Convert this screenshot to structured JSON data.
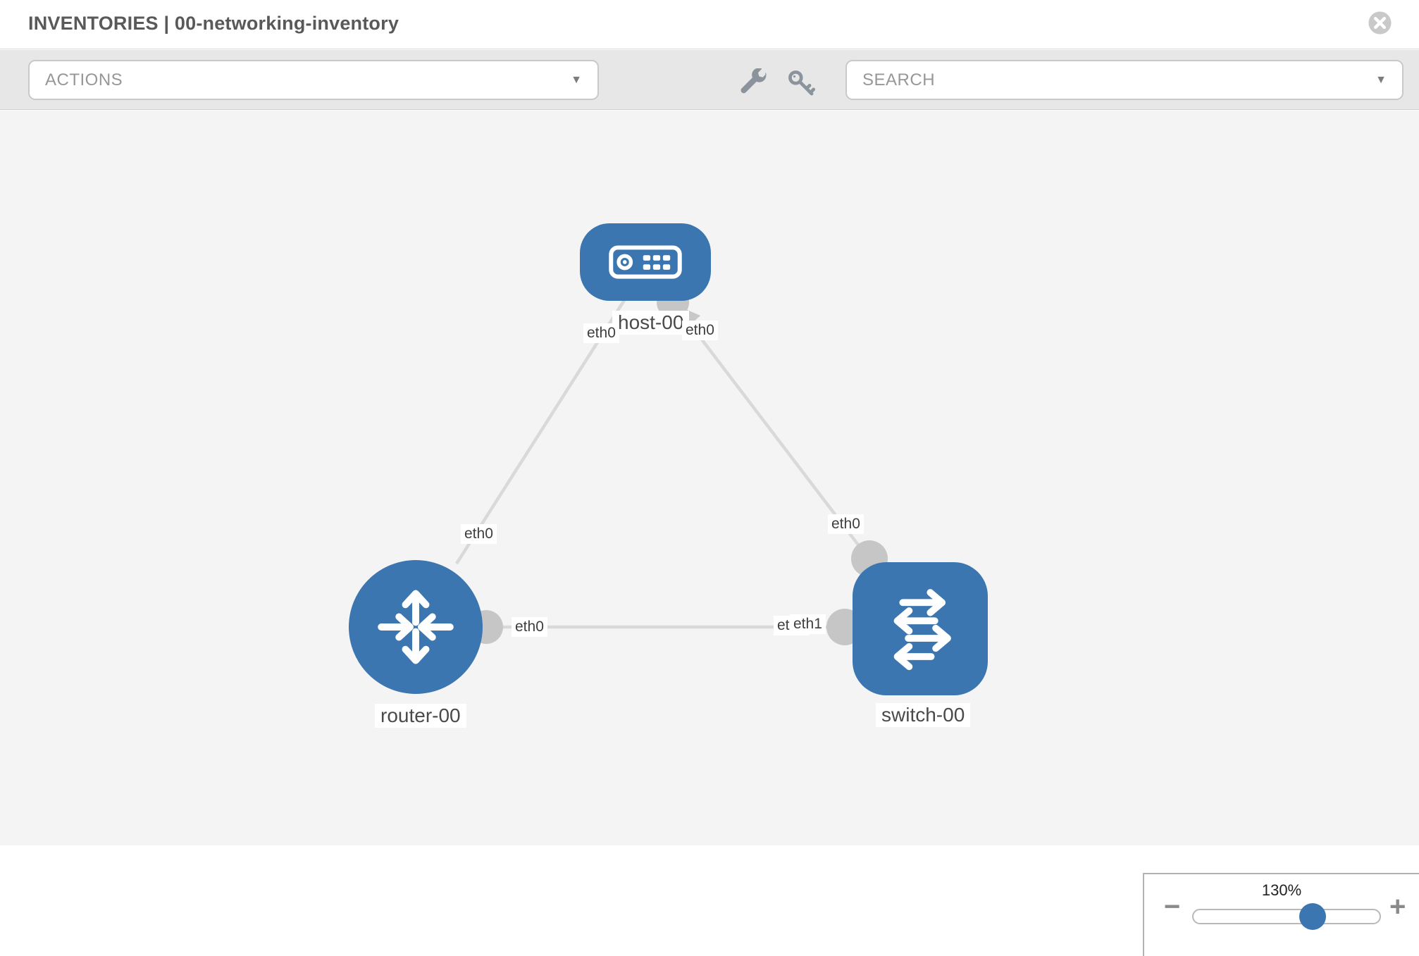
{
  "header": {
    "title": "INVENTORIES | 00-networking-inventory"
  },
  "toolbar": {
    "actions_label": "ACTIONS",
    "search_label": "SEARCH",
    "caret": "▼",
    "icons": [
      "wrench-icon",
      "key-icon"
    ]
  },
  "topology": {
    "nodes": [
      {
        "id": "host-00",
        "type": "host",
        "label": "host-00"
      },
      {
        "id": "router-00",
        "type": "router",
        "label": "router-00"
      },
      {
        "id": "switch-00",
        "type": "switch",
        "label": "switch-00"
      }
    ],
    "links": [
      {
        "from": "router-00",
        "to": "host-00",
        "from_interface": "eth0",
        "to_interface": "eth0"
      },
      {
        "from": "host-00",
        "to": "switch-00",
        "from_interface": "eth0",
        "to_interface": "eth0"
      },
      {
        "from": "router-00",
        "to": "switch-00",
        "from_interface": "eth0",
        "to_interface": "eth1"
      }
    ],
    "partially_hidden_interface_label": "eth0"
  },
  "zoom_control": {
    "level": "130%",
    "minus_label": "−",
    "plus_label": "+",
    "slider_percent": 64
  },
  "colors": {
    "node_blue": "#3b76b0",
    "link_gray": "#d9d9d9",
    "interface_dot_gray": "#c6c6c6",
    "toolbar_bg": "#e7e7e7",
    "canvas_bg": "#f4f4f4",
    "icon_gray": "#8b949c"
  }
}
